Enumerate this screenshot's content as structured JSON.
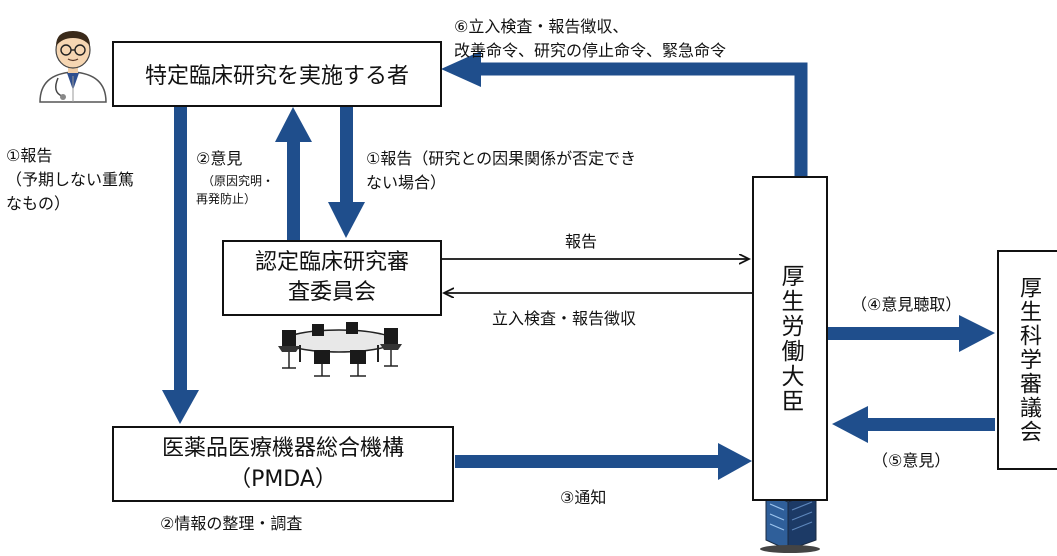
{
  "nodes": {
    "researcher": "特定臨床研究を実施する者",
    "committee_line1": "認定臨床研究審",
    "committee_line2": "査委員会",
    "pmda_line1": "医薬品医療機器総合機構",
    "pmda_line2": "（PMDA）",
    "minister": "厚生労働大臣",
    "council": "厚生科学審議会"
  },
  "edges": {
    "e6_line1": "⑥立入検査・報告徴収、",
    "e6_line2": "改善命令、研究の停止命令、緊急命令",
    "e1_left_line1": "①報告",
    "e1_left_line2": "（予期しない重篤",
    "e1_left_line3": "なもの）",
    "e2_opinion": "②意見",
    "e2_detail_line1": "（原因究明・",
    "e2_detail_line2": "再発防止）",
    "e1_mid_line1": "①報告（研究との因果関係が否定でき",
    "e1_mid_line2": "ない場合）",
    "report": "報告",
    "inspection": "立入検査・報告徴収",
    "e3_notice": "③通知",
    "e2_info": "②情報の整理・調査",
    "e4_hearing": "（④意見聴取）",
    "e5_opinion": "（⑤意見）"
  },
  "colors": {
    "thick_arrow": "#1f4e8c",
    "thin_arrow": "#111111",
    "box_border": "#111111"
  },
  "icons": [
    "doctor-icon",
    "meeting-table-icon",
    "office-building-icon"
  ]
}
